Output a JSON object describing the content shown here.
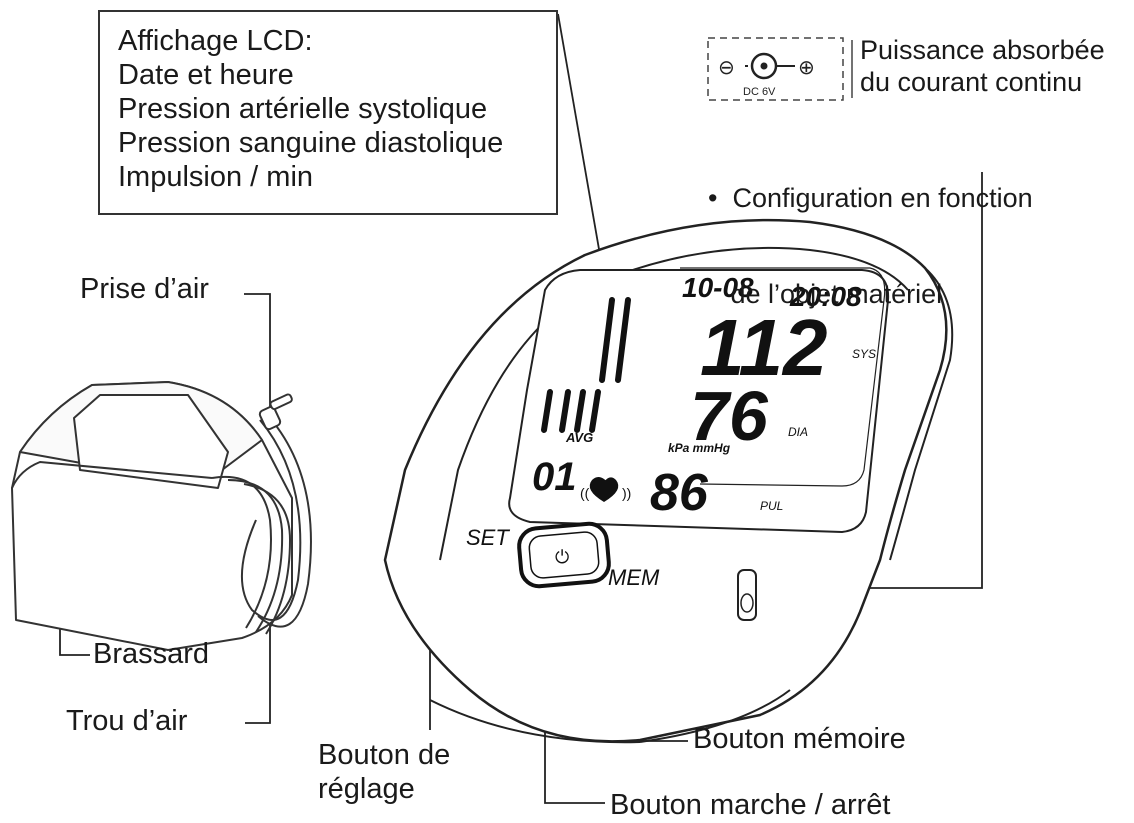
{
  "labels": {
    "lcd_lines": [
      "Affichage LCD:",
      "Date et heure",
      "Pression artérielle systolique",
      "Pression sanguine diastolique",
      "Impulsion / min"
    ],
    "dc_lines": [
      "Puissance absorbée",
      "du courant continu"
    ],
    "config_lines": [
      "•  Configuration en fonction",
      "   de l’objet matériel"
    ],
    "prise": "Prise d’air",
    "brassard": "Brassard",
    "trou": "Trou d’air",
    "reglage_lines": [
      "Bouton de",
      "réglage"
    ],
    "memoire": "Bouton mémoire",
    "marche": "Bouton marche / arrêt"
  },
  "dc_symbol": {
    "voltage": "DC 6V",
    "minus": "⊖",
    "plus": "⊕"
  },
  "device": {
    "date": "10-08",
    "time": "20:08",
    "systolic": "112",
    "diastolic": "76",
    "pulse": "86",
    "memory_no": "01",
    "avg": "AVG",
    "units": "kPa mmHg",
    "sys": "SYS",
    "dia": "DIA",
    "pul": "PUL",
    "set_label": "SET",
    "mem_label": "MEM",
    "power_symbol": "⏻"
  }
}
